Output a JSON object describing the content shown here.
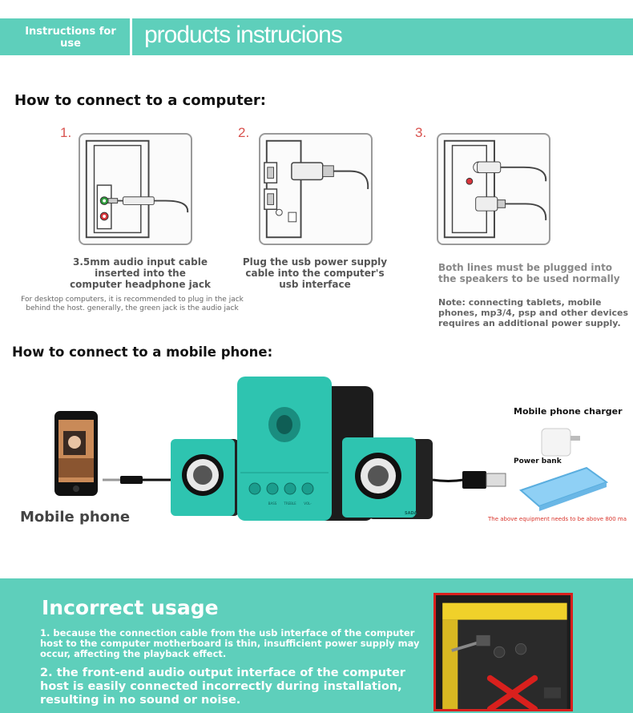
{
  "header": {
    "tag": "Instructions for use",
    "title": "products instrucions"
  },
  "computer": {
    "heading": "How to connect to a computer:",
    "steps": [
      {
        "number": "1.",
        "caption": "3.5mm audio input cable inserted into the computer headphone jack",
        "note": "For desktop computers, it is recommended to plug in the jack behind the host. generally, the green jack is the audio jack"
      },
      {
        "number": "2.",
        "caption": "Plug the usb power supply cable into the computer's usb interface"
      },
      {
        "number": "3.",
        "caption": "Both lines must be plugged into the speakers to be used normally",
        "note": "Note: connecting tablets, mobile phones, mp3/4, psp and other devices requires an additional power supply."
      }
    ]
  },
  "mobile": {
    "heading": "How to connect to a mobile phone:",
    "phone_label": "Mobile phone",
    "charger_label": "Mobile phone charger",
    "powerbank_label": "Power bank",
    "power_note": "The above equipment needs to be above 800 ma",
    "speaker_brand": "SADA",
    "knob_labels": [
      "BASS",
      "TREBLE",
      "VOL-"
    ]
  },
  "incorrect": {
    "heading": "Incorrect usage",
    "point1": "1. because the connection cable from the usb interface of the computer host to the computer motherboard is thin, insufficient power supply may occur, affecting the playback effect.",
    "point2": "2. the front-end audio output interface of the computer host is easily connected incorrectly during installation, resulting in no sound or noise."
  },
  "colors": {
    "teal": "#5ecfbb",
    "speaker_teal": "#2ec4b0",
    "red": "#d9342b"
  }
}
